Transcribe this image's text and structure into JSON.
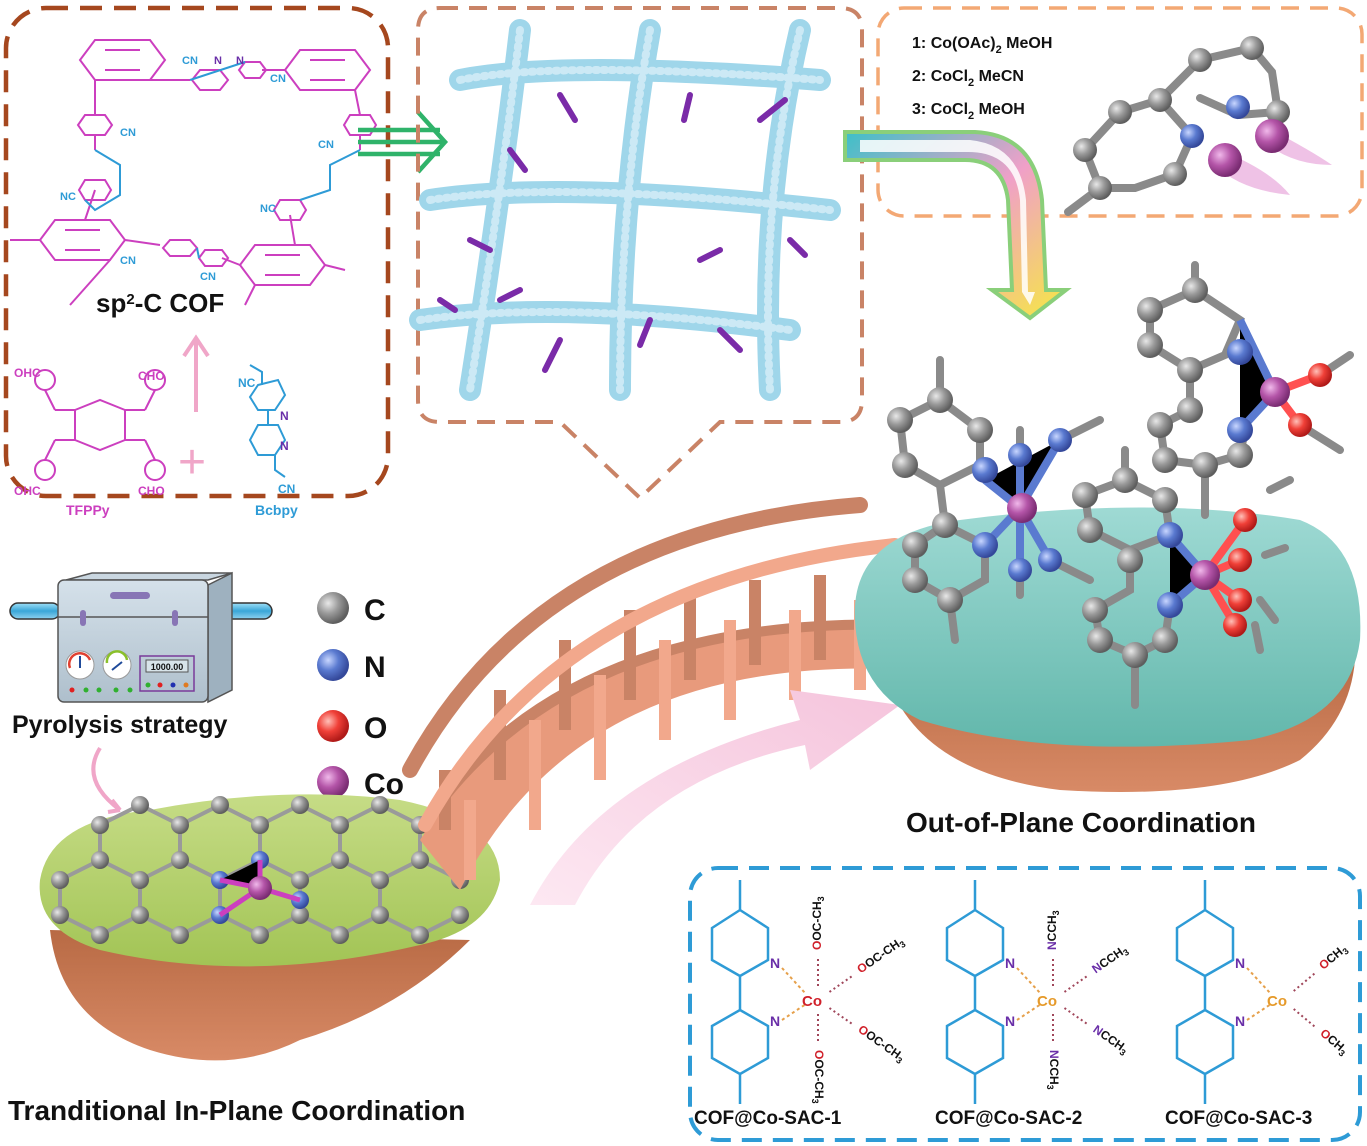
{
  "figure": {
    "panels": {
      "cof_structure": {
        "label": "sp",
        "label_sup": "2",
        "label_rest": "-C COF",
        "linker_labels": {
          "cn": "CN",
          "nc": "NC",
          "n": "N"
        },
        "monomers": {
          "tfppy": {
            "name": "TFPPy",
            "groups": [
              "OHC",
              "CHO",
              "OHC",
              "CHO"
            ]
          },
          "bcbpy": {
            "name": "Bcbpy",
            "groups": [
              "NC",
              "CN",
              "N",
              "N"
            ]
          }
        },
        "plus_sign": "+",
        "border_color": "#A5471E"
      },
      "framework_3d": {
        "border_color": "#C98366"
      },
      "conditions": {
        "items": [
          {
            "num": "1:",
            "reagent": "Co(OAc)",
            "sub": "2",
            "solvent": "MeOH"
          },
          {
            "num": "2:",
            "reagent": "CoCl",
            "sub": "2",
            "solvent": "MeCN"
          },
          {
            "num": "3:",
            "reagent": "CoCl",
            "sub": "2",
            "solvent": "MeOH"
          }
        ],
        "border_color": "#F3A874"
      },
      "pyrolysis": {
        "label": "Pyrolysis strategy",
        "display": "1000.00"
      },
      "legend": [
        {
          "symbol": "C",
          "color": "#8A8A8A"
        },
        {
          "symbol": "N",
          "color": "#5574C8"
        },
        {
          "symbol": "O",
          "color": "#F0403A"
        },
        {
          "symbol": "Co",
          "color": "#B455A8"
        }
      ],
      "in_plane": {
        "label": "Tranditional In-Plane Coordination"
      },
      "out_of_plane": {
        "label": "Out-of-Plane Coordination"
      },
      "sac_structures": {
        "border_color": "#2E9BD6",
        "items": [
          {
            "name": "COF@Co-SAC-1",
            "metal": "Co",
            "donor": "O",
            "ligand_tail": "OC-CH",
            "ligand_sub": "3",
            "count": 4,
            "metal_color": "#D0202A",
            "donor_color": "#D0202A"
          },
          {
            "name": "COF@Co-SAC-2",
            "metal": "Co",
            "donor": "N",
            "ligand_tail": "CCH",
            "ligand_sub": "3",
            "count": 4,
            "metal_color": "#E69A2A",
            "donor_color": "#6A2FA8"
          },
          {
            "name": "COF@Co-SAC-3",
            "metal": "Co",
            "donor": "O",
            "ligand_tail": "CH",
            "ligand_sub": "3",
            "count": 2,
            "metal_color": "#E69A2A",
            "donor_color": "#D0202A"
          }
        ],
        "bpy_n": "N"
      }
    }
  }
}
